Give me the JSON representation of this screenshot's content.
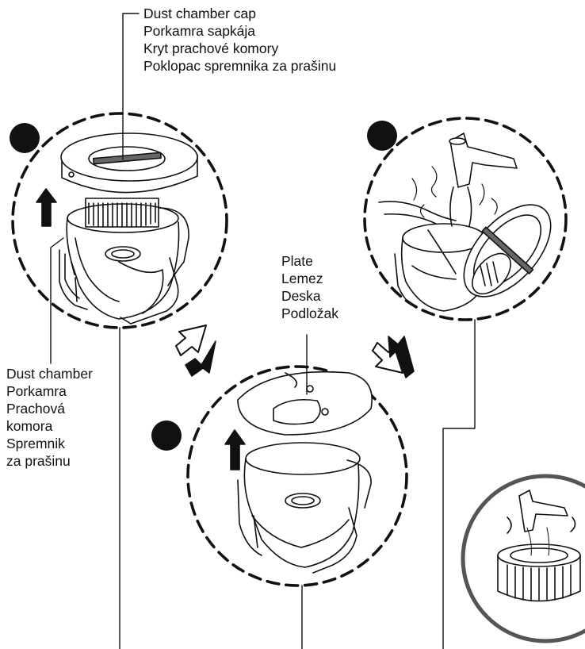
{
  "labels": {
    "dust_chamber_cap": [
      "Dust chamber cap",
      "Porkamra sapkája",
      "Kryt prachové komory",
      "Poklopac spremnika za prašinu"
    ],
    "plate": [
      "Plate",
      "Lemez",
      "Deska",
      "Podložak"
    ],
    "dust_chamber": [
      "Dust chamber",
      "Porkamra",
      "Prachová",
      "komora",
      "Spremnik",
      "za prašinu"
    ]
  },
  "colors": {
    "line": "#111111",
    "inset_ring": "#555555",
    "background": "#ffffff"
  },
  "icons": {
    "step_markers": [
      "step-dot-icon",
      "step-dot-icon",
      "step-dot-icon"
    ],
    "arrows": [
      "down-right-arrow-icon",
      "up-right-arrow-icon",
      "up-arrow-icon",
      "up-arrow-icon"
    ]
  }
}
